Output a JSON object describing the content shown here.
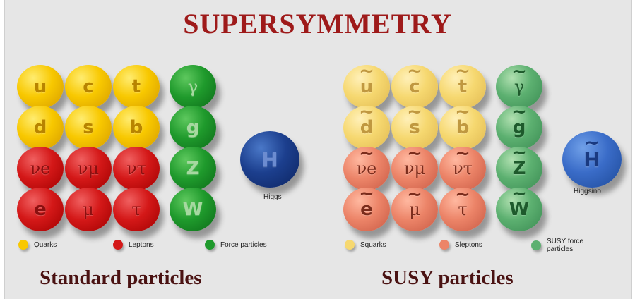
{
  "title": "SUPERSYMMETRY",
  "standard": {
    "section_label": "Standard particles",
    "quarks": [
      "u",
      "c",
      "t",
      "d",
      "s",
      "b"
    ],
    "leptons": [
      "νe",
      "νμ",
      "ντ",
      "e",
      "μ",
      "τ"
    ],
    "force": [
      "γ",
      "g",
      "Z",
      "W"
    ],
    "higgs": {
      "symbol": "H",
      "label": "Higgs"
    },
    "legend": [
      "Quarks",
      "Leptons",
      "Force particles"
    ]
  },
  "susy": {
    "section_label": "SUSY particles",
    "squarks": [
      "u",
      "c",
      "t",
      "d",
      "s",
      "b"
    ],
    "sleptons": [
      "νe",
      "νμ",
      "ντ",
      "e",
      "μ",
      "τ"
    ],
    "force": [
      "γ",
      "g",
      "Z",
      "W"
    ],
    "higgs": {
      "symbol": "H",
      "label": "Higgsino"
    },
    "legend": [
      "Squarks",
      "Sleptons",
      "SUSY force particles"
    ]
  },
  "colors": {
    "quark": "#f8c800",
    "lepton": "#d41818",
    "force": "#1f9a2c",
    "higgs": "#1c3f8e",
    "squark": "#f6d870",
    "slepton": "#ec8468",
    "susy_force": "#5cb070",
    "higgsino": "#3a6cc8",
    "title": "#9e1a1a"
  }
}
